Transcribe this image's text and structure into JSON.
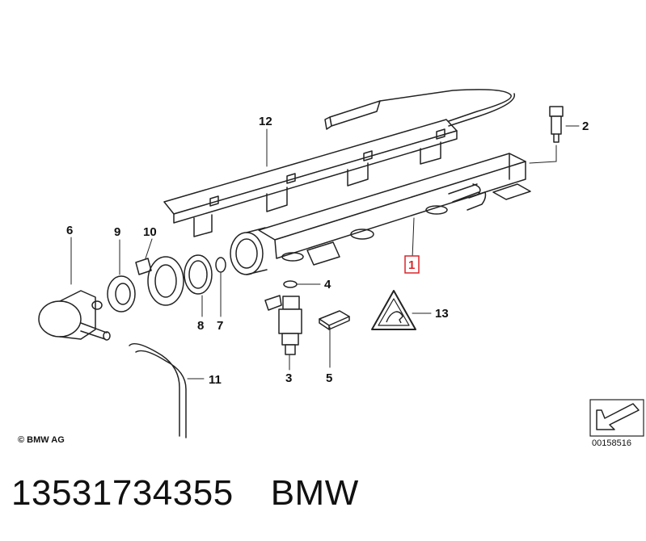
{
  "callouts": {
    "c1": "1",
    "c2": "2",
    "c3": "3",
    "c4": "4",
    "c5": "5",
    "c6": "6",
    "c7": "7",
    "c8": "8",
    "c9": "9",
    "c10": "10",
    "c11": "11",
    "c12": "12",
    "c13": "13"
  },
  "copyright": "© BMW AG",
  "figure_number": "00158516",
  "part_number": "13531734355",
  "brand": "BMW",
  "colors": {
    "highlight": "#d9252b",
    "line": "#222222"
  },
  "icons": [
    "navigation-arrow-icon",
    "warning-triangle-icon"
  ]
}
